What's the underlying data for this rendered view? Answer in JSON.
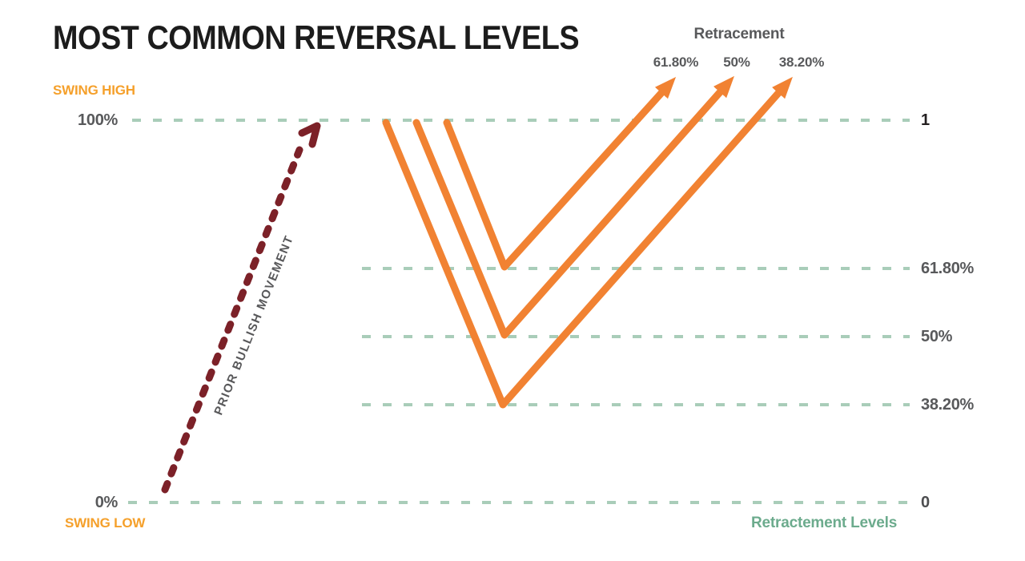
{
  "title": "MOST COMMON REVERSAL LEVELS",
  "retracement_header": {
    "title": "Retracement",
    "targets": [
      "61.80%",
      "50%",
      "38.20%"
    ]
  },
  "swing": {
    "high_label": "SWING HIGH",
    "high_value": "100%",
    "low_value": "0%",
    "low_label": "SWING LOW"
  },
  "levels": {
    "right_labels": [
      "1",
      "61.80%",
      "50%",
      "38.20%",
      "0"
    ],
    "axis_caption": "Retractement Levels"
  },
  "prior_movement_label": "PRIOR BULLISH MOVEMENT",
  "colors": {
    "orange_line": "#F18232",
    "orange_swing_label": "#F5A02B",
    "maroon_arrow": "#7C2128",
    "sage_dash": "#A9CDB9",
    "gray_text": "#58595B",
    "green_caption": "#6CAB8D",
    "title_text": "#1C1C1C"
  }
}
